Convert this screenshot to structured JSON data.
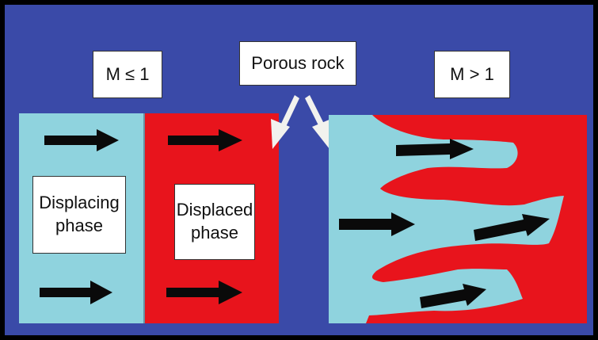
{
  "colors": {
    "frame": "#000000",
    "background": "#3a4aa8",
    "displacing": "#8fd3de",
    "displaced": "#e8141c",
    "arrow": "#0a0a0a",
    "pointer": "#f2f2ee",
    "label_bg": "#ffffff"
  },
  "labels": {
    "mobility_low": "M ≤ 1",
    "porous_rock": "Porous rock",
    "mobility_high": "M > 1",
    "displacing_line1": "Displacing",
    "displacing_line2": "phase",
    "displaced_line1": "Displaced",
    "displaced_line2": "phase"
  },
  "icons": {
    "flow_arrow": "right-arrow",
    "pointer_arrow": "pointer-arrow"
  }
}
